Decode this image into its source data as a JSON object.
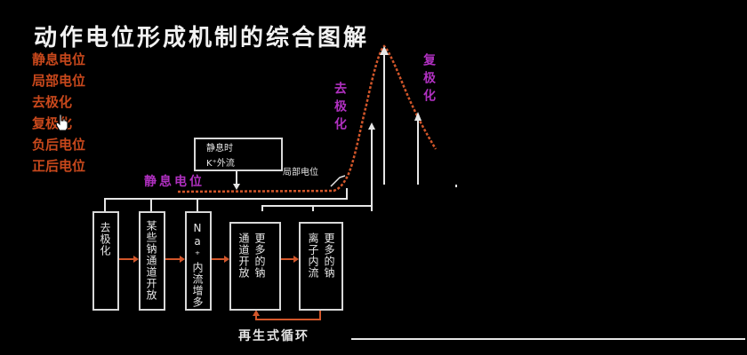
{
  "title": "动作电位形成机制的综合图解",
  "menu": {
    "items": [
      "静息电位",
      "局部电位",
      "去极化",
      "复极化",
      "负后电位",
      "正后电位"
    ]
  },
  "graph": {
    "resting_label": "静息电位",
    "depolarization_label": "去极化",
    "repolarization_label": "复极化",
    "k_box_line1": "静息时",
    "k_box_line2": "K⁺外流",
    "local_potential_label": "局部电位"
  },
  "flow": {
    "boxes": [
      "去极化",
      "某些钠通道开放",
      "Na⁺内流增多",
      "更多的钠通道开放",
      "更多的钠离子内流"
    ],
    "box4_col1": "更多的钠",
    "box4_col2": "通道开放",
    "box5_col1": "更多的钠",
    "box5_col2": "离子内流",
    "cycle_label": "再生式循环"
  },
  "colors": {
    "menu": "#c8481c",
    "curve": "#d2562a",
    "label_purple": "#b030c0",
    "lines": "#d8d8d8"
  },
  "icons": {
    "cursor": "hand-pointer-icon"
  }
}
